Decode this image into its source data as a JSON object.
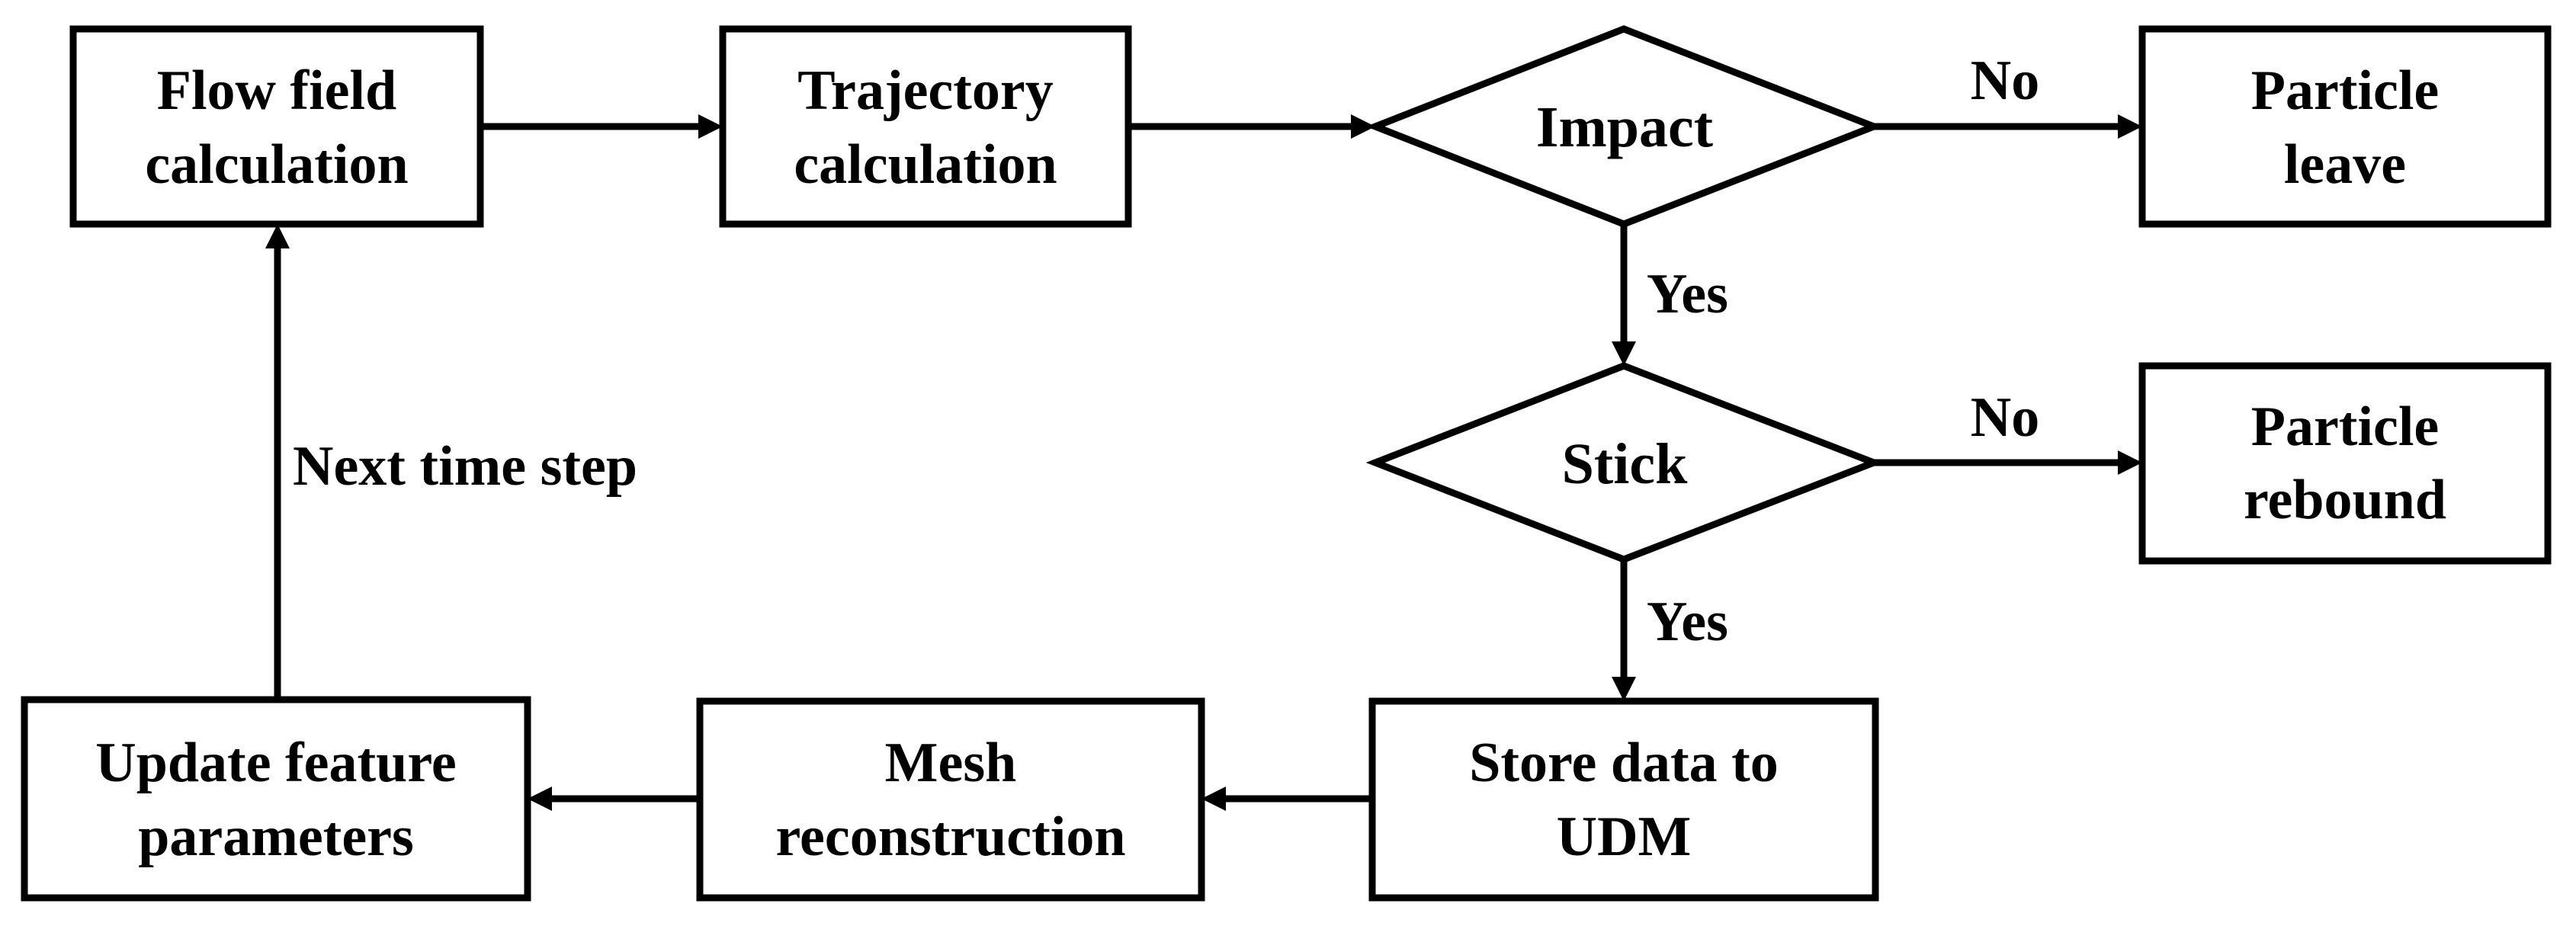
{
  "nodes": {
    "flow_field": {
      "line1": "Flow field",
      "line2": "calculation"
    },
    "trajectory": {
      "line1": "Trajectory",
      "line2": "calculation"
    },
    "impact": {
      "label": "Impact"
    },
    "particle_leave": {
      "line1": "Particle",
      "line2": "leave"
    },
    "stick": {
      "label": "Stick"
    },
    "particle_rebound": {
      "line1": "Particle",
      "line2": "rebound"
    },
    "store_data": {
      "line1": "Store data to",
      "line2": "UDM"
    },
    "mesh_reconstruction": {
      "line1": "Mesh",
      "line2": "reconstruction"
    },
    "update_feature": {
      "line1": "Update feature",
      "line2": "parameters"
    }
  },
  "edge_labels": {
    "impact_no": "No",
    "impact_yes": "Yes",
    "stick_no": "No",
    "stick_yes": "Yes",
    "next_time_step": "Next time step"
  },
  "colors": {
    "stroke": "#000000",
    "background": "#ffffff"
  }
}
